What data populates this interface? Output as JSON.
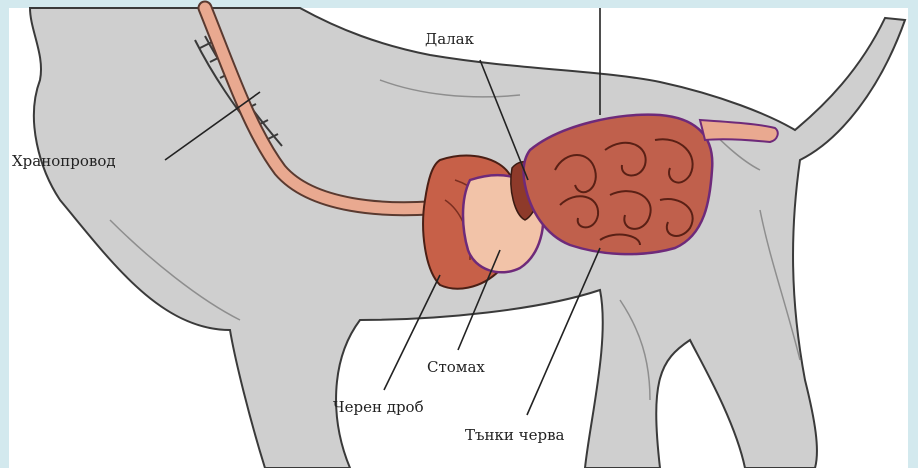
{
  "diagram": {
    "labels": {
      "esophagus": "Хранопровод",
      "spleen": "Далак",
      "stomach": "Стомах",
      "liver": "Черен дроб",
      "small_intestine": "Тънки черва"
    }
  },
  "colors": {
    "frame": "#d3e9ee",
    "body": "#cfcfcf",
    "liver": "#c76048",
    "stomach": "#f2c3a8",
    "intestine": "#c0604c",
    "esophagus": "#e9a990",
    "outline": "#6e2a7a"
  }
}
